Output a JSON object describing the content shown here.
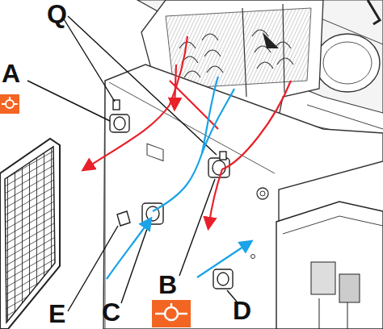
{
  "diagram": {
    "labels": [
      "Q",
      "A",
      "B",
      "C",
      "D",
      "E"
    ]
  }
}
